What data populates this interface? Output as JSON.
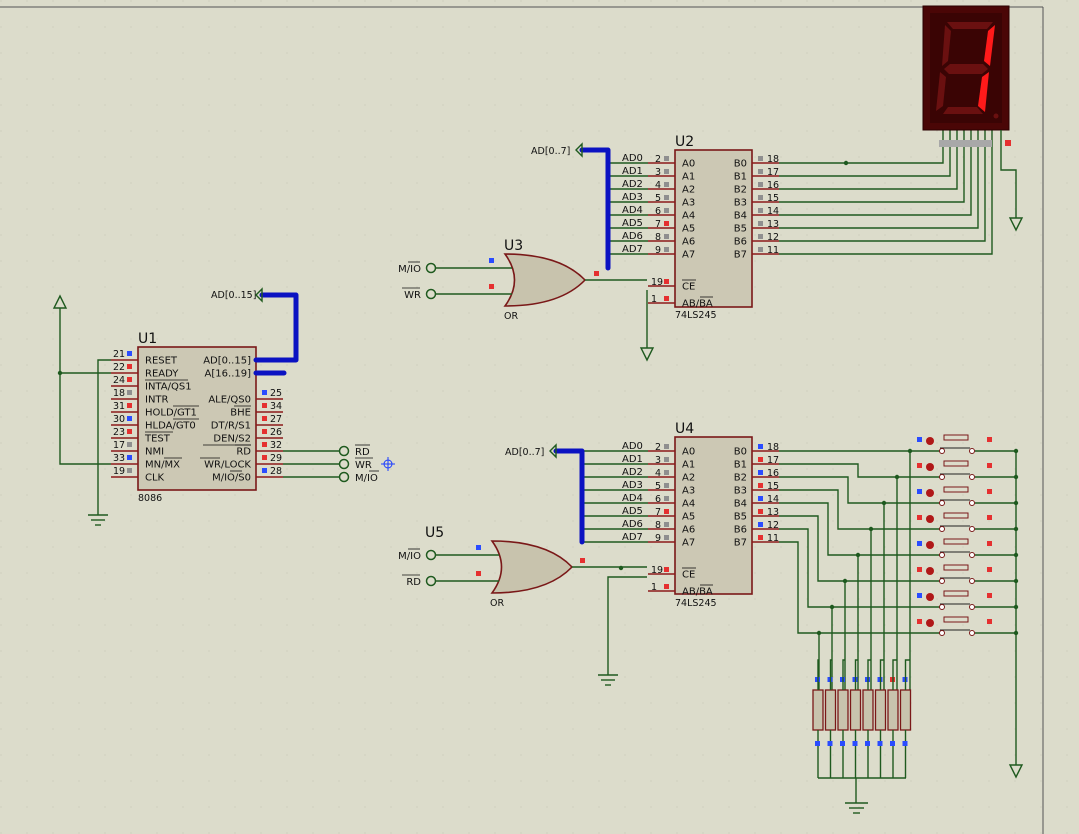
{
  "colors": {
    "background": "#dcdccb",
    "wire": "#1f5a1f",
    "bus": "#0b12c2",
    "pin": "#8b1a1a",
    "chip": "#ccc8b4",
    "segment_on": "#ff1a1a",
    "segment_off": "#6a1010"
  },
  "u1": {
    "ref": "U1",
    "part": "8086",
    "left_pins": [
      {
        "num": "21",
        "name": "RESET"
      },
      {
        "num": "22",
        "name": "READY"
      },
      {
        "num": "24",
        "name": "INTA/QS1"
      },
      {
        "num": "18",
        "name": "INTR"
      },
      {
        "num": "31",
        "name": "HOLD/GT1"
      },
      {
        "num": "30",
        "name": "HLDA/GT0"
      },
      {
        "num": "23",
        "name": "TEST"
      },
      {
        "num": "17",
        "name": "NMI"
      },
      {
        "num": "33",
        "name": "MN/MX"
      },
      {
        "num": "19",
        "name": "CLK"
      }
    ],
    "right_pins": [
      {
        "num": "",
        "name": "AD[0..15]"
      },
      {
        "num": "",
        "name": "A[16..19]"
      },
      {
        "num": "25",
        "name": "ALE/QS0"
      },
      {
        "num": "34",
        "name": "BHE"
      },
      {
        "num": "27",
        "name": "DT/R/S1"
      },
      {
        "num": "26",
        "name": "DEN/S2"
      },
      {
        "num": "32",
        "name": "RD"
      },
      {
        "num": "29",
        "name": "WR/LOCK"
      },
      {
        "num": "28",
        "name": "M/IO/S0"
      }
    ],
    "bus_label": "AD[0..15]",
    "terminals": [
      "RD",
      "WR",
      "M/IO"
    ]
  },
  "u2": {
    "ref": "U2",
    "part": "74LS245",
    "a_pins": [
      {
        "num": "2",
        "name": "A0"
      },
      {
        "num": "3",
        "name": "A1"
      },
      {
        "num": "4",
        "name": "A2"
      },
      {
        "num": "5",
        "name": "A3"
      },
      {
        "num": "6",
        "name": "A4"
      },
      {
        "num": "7",
        "name": "A5"
      },
      {
        "num": "8",
        "name": "A6"
      },
      {
        "num": "9",
        "name": "A7"
      }
    ],
    "b_pins": [
      {
        "num": "18",
        "name": "B0"
      },
      {
        "num": "17",
        "name": "B1"
      },
      {
        "num": "16",
        "name": "B2"
      },
      {
        "num": "15",
        "name": "B3"
      },
      {
        "num": "14",
        "name": "B4"
      },
      {
        "num": "13",
        "name": "B5"
      },
      {
        "num": "12",
        "name": "B6"
      },
      {
        "num": "11",
        "name": "B7"
      }
    ],
    "ctrl_pins": [
      {
        "num": "19",
        "name": "CE"
      },
      {
        "num": "1",
        "name": "AB/BA"
      }
    ],
    "net_labels": [
      "AD0",
      "AD1",
      "AD2",
      "AD3",
      "AD4",
      "AD5",
      "AD6",
      "AD7"
    ],
    "bus_label": "AD[0..7]"
  },
  "u3": {
    "ref": "U3",
    "part": "OR",
    "inputs": [
      "M/IO",
      "WR"
    ]
  },
  "u4": {
    "ref": "U4",
    "part": "74LS245",
    "a_pins": [
      {
        "num": "2",
        "name": "A0"
      },
      {
        "num": "3",
        "name": "A1"
      },
      {
        "num": "4",
        "name": "A2"
      },
      {
        "num": "5",
        "name": "A3"
      },
      {
        "num": "6",
        "name": "A4"
      },
      {
        "num": "7",
        "name": "A5"
      },
      {
        "num": "8",
        "name": "A6"
      },
      {
        "num": "9",
        "name": "A7"
      }
    ],
    "b_pins": [
      {
        "num": "18",
        "name": "B0"
      },
      {
        "num": "17",
        "name": "B1"
      },
      {
        "num": "16",
        "name": "B2"
      },
      {
        "num": "15",
        "name": "B3"
      },
      {
        "num": "14",
        "name": "B4"
      },
      {
        "num": "13",
        "name": "B5"
      },
      {
        "num": "12",
        "name": "B6"
      },
      {
        "num": "11",
        "name": "B7"
      }
    ],
    "ctrl_pins": [
      {
        "num": "19",
        "name": "CE"
      },
      {
        "num": "1",
        "name": "AB/BA"
      }
    ],
    "net_labels": [
      "AD0",
      "AD1",
      "AD2",
      "AD3",
      "AD4",
      "AD5",
      "AD6",
      "AD7"
    ],
    "bus_label": "AD[0..7]"
  },
  "u5": {
    "ref": "U5",
    "part": "OR",
    "inputs": [
      "M/IO",
      "RD"
    ]
  },
  "display": {
    "lit_segments": [
      "b",
      "c"
    ]
  }
}
